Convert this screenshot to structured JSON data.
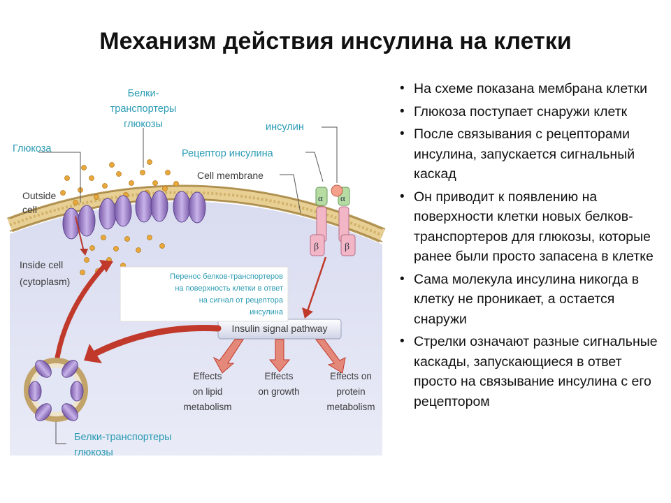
{
  "title": "Механизм действия инсулина на клетки",
  "diagram": {
    "label_glucose": "Глюкоза",
    "label_transporters_top": [
      "Белки-",
      "транспортеры",
      "глюкозы"
    ],
    "label_insulin": "инсулин",
    "label_receptor": "Рецептор инсулина",
    "label_cell_membrane": "Cell membrane",
    "label_outside_cell": [
      "Outside",
      "cell"
    ],
    "label_inside_cell": [
      "Inside cell",
      "(cytoplasm)"
    ],
    "callout_text": [
      "Перенос белков-транспортеров",
      "на поверхность клетки  в ответ",
      "на сигнал от рецептора",
      "инсулина"
    ],
    "label_pathway": "Insulin signal pathway",
    "effect_lipid": [
      "Effects",
      "on lipid",
      "metabolism"
    ],
    "effect_growth": [
      "Effects",
      "on growth"
    ],
    "effect_protein": [
      "Effects on",
      "protein",
      "metabolism"
    ],
    "label_transporters_bottom": [
      "Белки-транспортеры",
      "глюкозы"
    ],
    "receptor_alpha": "α",
    "receptor_beta": "β",
    "colors": {
      "accent_cyan": "#2a9bb3",
      "arrow_red": "#c0392b",
      "transporter_purple": "#a98fd2",
      "cytoplasm": "#e1e4f4",
      "membrane": "#d7b978",
      "glucose": "#e8a93c"
    }
  },
  "bullets": [
    "На схеме показана мембрана клетки",
    "Глюкоза поступает снаружи клетк",
    "После связывания с рецепторами инсулина, запускается сигнальный каскад",
    "Он приводит к появлению на поверхности клетки новых белков-транспортеров для глюкозы, которые ранее были просто запасена в клетке",
    "Сама молекула инсулина никогда в клетку не проникает, а остается снаружи",
    "Стрелки означают разные сигнальные каскады, запускающиеся в ответ просто на связывание инсулина с его рецептором"
  ]
}
